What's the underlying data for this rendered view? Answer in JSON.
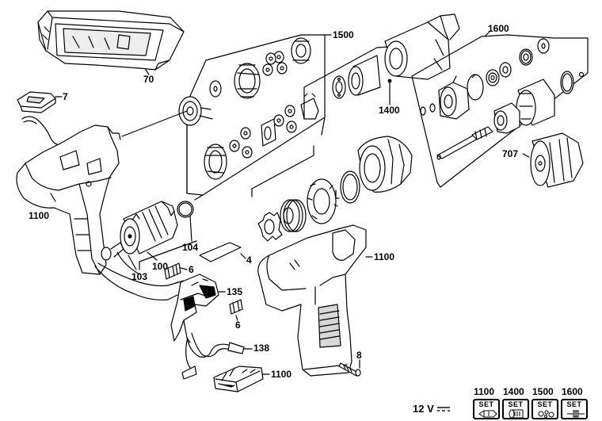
{
  "labels": {
    "case": "70",
    "clip": "7",
    "housing_left": "1100",
    "housing_right": "1100",
    "gear_set": "1500",
    "motor_housing_set": "1400",
    "chuck_set": "1600",
    "chuck": "707",
    "motor_brush": "104",
    "motor": "100",
    "motor_pinion": "103",
    "label_plate": "4",
    "spring_upper": "6",
    "spring_lower": "6",
    "switch": "135",
    "wire": "138",
    "battery_terminal": "1100",
    "screw": "8"
  },
  "footer": {
    "voltage": "12 V",
    "sets": [
      {
        "number": "1100",
        "set_label": "SET",
        "icon": "housing-set-icon"
      },
      {
        "number": "1400",
        "set_label": "SET",
        "icon": "motor-housing-set-icon"
      },
      {
        "number": "1500",
        "set_label": "SET",
        "icon": "gear-set-icon"
      },
      {
        "number": "1600",
        "set_label": "SET",
        "icon": "spindle-set-icon"
      }
    ]
  }
}
